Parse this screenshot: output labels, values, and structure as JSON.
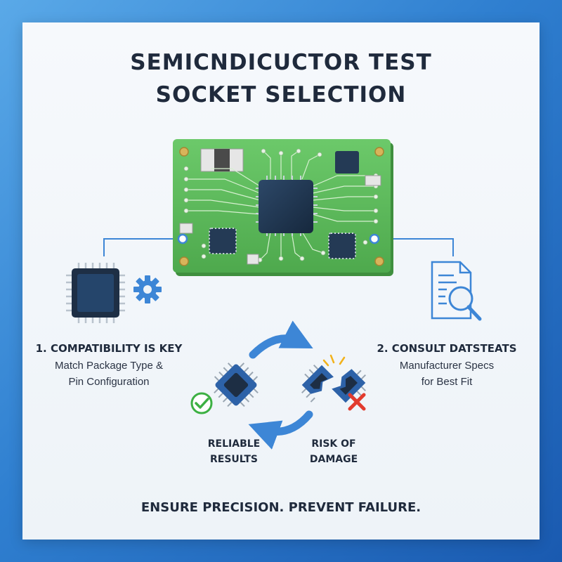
{
  "title": {
    "line1": "SEMICNDICUCTOR TEST",
    "line2": "SOCKET SELECTION"
  },
  "steps": [
    {
      "title": "1. COMPATIBILITY IS KEY",
      "desc_line1": "Match Package Type &",
      "desc_line2": "Pin Configuration"
    },
    {
      "title": "2. CONSULT DATSTEATS",
      "desc_line1": "Manufacturer Specs",
      "desc_line2": "for Best Fit"
    }
  ],
  "cycle": {
    "good_line1": "RELIABLE",
    "good_line2": "RESULTS",
    "bad_line1": "RISK OF",
    "bad_line2": "DAMAGE"
  },
  "footer": "ENSURE PRECISION. PREVENT FAILURE.",
  "icons": [
    "chip-icon",
    "gear-icon",
    "datasheet-magnifier-icon",
    "check-icon",
    "cross-icon",
    "cycle-arrow-icon"
  ],
  "colors": {
    "pcb_green": "#5fbf5f",
    "chip_navy": "#1f3550",
    "accent_blue": "#3d86d6",
    "check_green": "#3cb043",
    "cross_red": "#e23b2e"
  }
}
